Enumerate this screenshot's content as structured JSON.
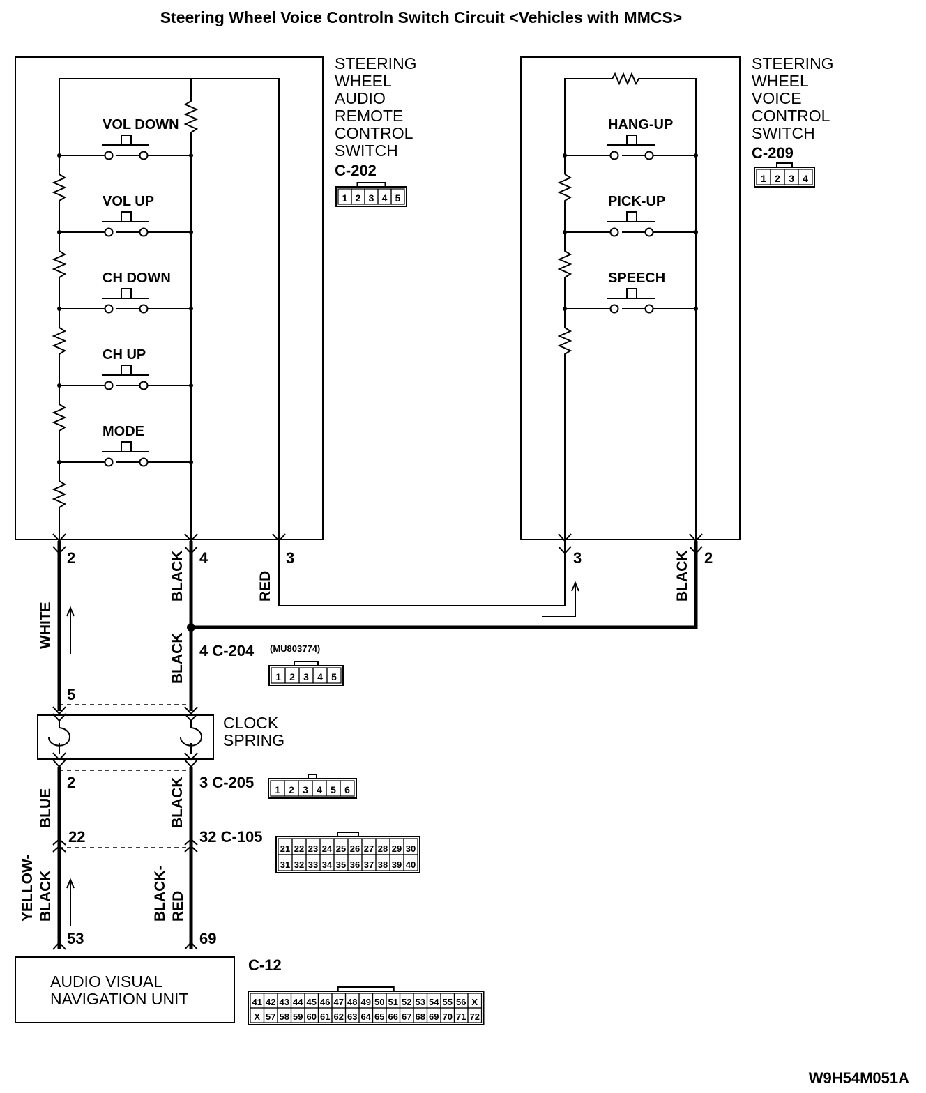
{
  "title": "Steering Wheel Voice Controln Switch Circuit <Vehicles with MMCS>",
  "code": "W9H54M051A",
  "audio_switch": {
    "name_lines": [
      "STEERING",
      "WHEEL",
      "AUDIO",
      "REMOTE",
      "CONTROL",
      "SWITCH"
    ],
    "connector": "C-202",
    "pins": [
      "1",
      "2",
      "3",
      "4",
      "5"
    ],
    "buttons": [
      "VOL DOWN",
      "VOL UP",
      "CH DOWN",
      "CH UP",
      "MODE"
    ],
    "out_pins": [
      "2",
      "4",
      "3"
    ]
  },
  "voice_switch": {
    "name_lines": [
      "STEERING",
      "WHEEL",
      "VOICE",
      "CONTROL",
      "SWITCH"
    ],
    "connector": "C-209",
    "pins": [
      "1",
      "2",
      "3",
      "4"
    ],
    "buttons": [
      "HANG-UP",
      "PICK-UP",
      "SPEECH"
    ],
    "out_pins": [
      "3",
      "2"
    ]
  },
  "wires": {
    "white": "WHITE",
    "black": "BLACK",
    "red": "RED",
    "blue": "BLUE",
    "yellow_black": [
      "YELLOW-",
      "BLACK"
    ],
    "black_red": [
      "BLACK-",
      "RED"
    ]
  },
  "c204": {
    "pin_label": "4 C-204",
    "part": "(MU803774)",
    "left_pin": "5",
    "pins": [
      "1",
      "2",
      "3",
      "4",
      "5"
    ]
  },
  "clock_spring": {
    "lines": [
      "CLOCK",
      "SPRING"
    ]
  },
  "c205": {
    "left_pin": "2",
    "pin_label": "3 C-205",
    "pins": [
      "1",
      "2",
      "3",
      "4",
      "5",
      "6"
    ]
  },
  "c105": {
    "left_pin": "22",
    "pin_label": "32 C-105",
    "row1": [
      "21",
      "22",
      "23",
      "24",
      "25",
      "26",
      "27",
      "28",
      "29",
      "30"
    ],
    "row2": [
      "31",
      "32",
      "33",
      "34",
      "35",
      "36",
      "37",
      "38",
      "39",
      "40"
    ]
  },
  "bottom_pins": [
    "53",
    "69"
  ],
  "avn": {
    "lines": [
      "AUDIO VISUAL",
      "NAVIGATION UNIT"
    ]
  },
  "c12": {
    "connector": "C-12",
    "row1": [
      "41",
      "42",
      "43",
      "44",
      "45",
      "46",
      "47",
      "48",
      "49",
      "50",
      "51",
      "52",
      "53",
      "54",
      "55",
      "56",
      "X"
    ],
    "row2": [
      "X",
      "57",
      "58",
      "59",
      "60",
      "61",
      "62",
      "63",
      "64",
      "65",
      "66",
      "67",
      "68",
      "69",
      "70",
      "71",
      "72"
    ]
  }
}
